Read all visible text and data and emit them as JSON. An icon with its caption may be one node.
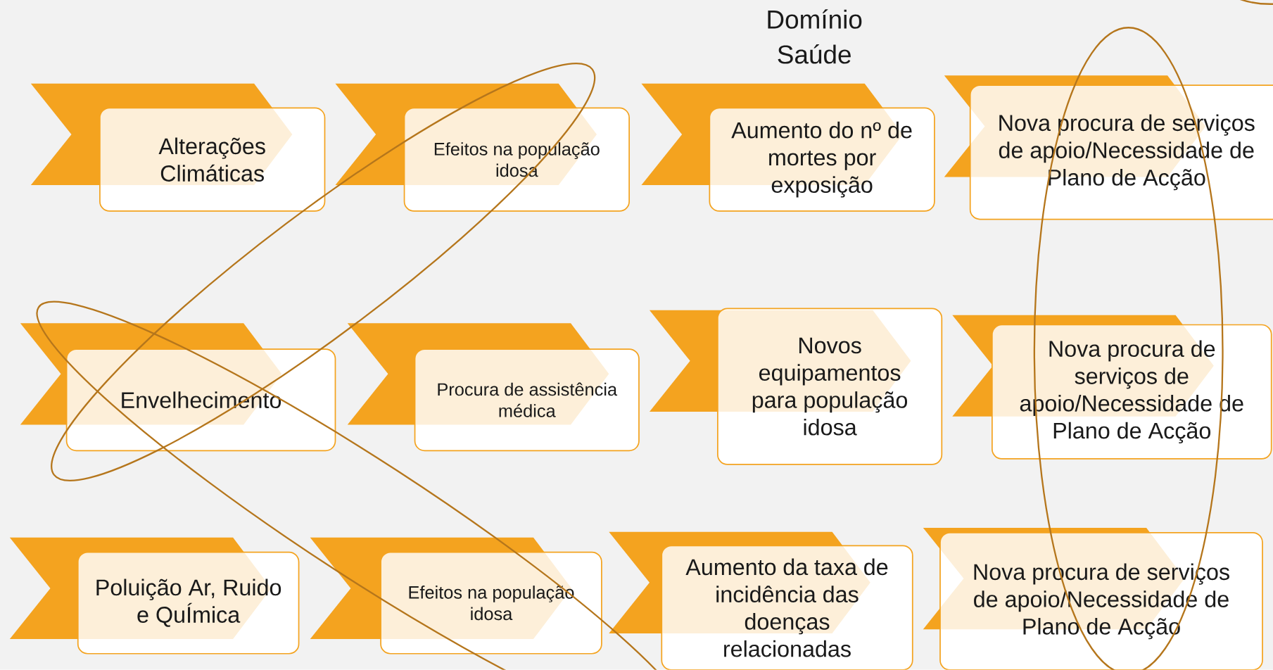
{
  "diagram": {
    "title": "Domínio Saúde",
    "nodes": [
      {
        "text": [
          "Alterações Climáticas"
        ]
      },
      {
        "text": [
          "Efeitos na população idosa"
        ]
      },
      {
        "text": [
          "Aumento do nº de mortes por exposição"
        ]
      },
      {
        "text": [
          "Nova procura de serviços de apoio/Necessidade de Plano de Acção"
        ]
      },
      {
        "text": [
          "Envelhecimento"
        ]
      },
      {
        "text": [
          "Procura de assistência médica"
        ]
      },
      {
        "text": [
          "Novos equipamentos para população idosa"
        ]
      },
      {
        "text": [
          "Nova procura de serviços de apoio/Necessidade de Plano de Acção"
        ]
      },
      {
        "text": [
          "Poluição Ar, Ruido e QuÍmica"
        ]
      },
      {
        "text": [
          "Efeitos na população idosa"
        ]
      },
      {
        "text": [
          "Aumento da taxa de incidência das doenças relacionadas"
        ]
      },
      {
        "text": [
          "Nova procura de serviços de apoio/Necessidade de Plano de Acção"
        ]
      }
    ]
  }
}
